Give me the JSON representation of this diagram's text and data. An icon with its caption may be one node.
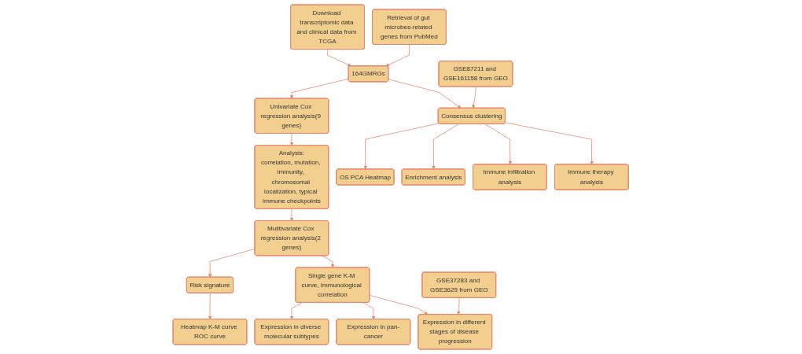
{
  "diagram": {
    "nodes": [
      {
        "text": [
          "Download transcriptomic data and clinical data from TCGA"
        ]
      },
      {
        "text": [
          "Retrieval of gut microbes-related genes from PubMed"
        ]
      },
      {
        "text": [
          "164GMRGs"
        ]
      },
      {
        "text": [
          "Consensus clustering"
        ]
      },
      {
        "text": [
          "GSE87211 and GSE161158 from GEO"
        ]
      },
      {
        "text": [
          "Univariate Cox regression analysis(9 genes)"
        ]
      },
      {
        "text": [
          "Analysis:",
          "correlation, mutation, immunity, chromosomal localization, typical immune checkpoints"
        ]
      },
      {
        "text": [
          "GSE37283 and GSE3629 from GEO"
        ]
      },
      {
        "text": [
          "Mulitivariate Cox regression analysis(2 genes)"
        ]
      },
      {
        "text": [
          "Risk signature"
        ]
      },
      {
        "text": [
          "Single gene K-M curve, Immunological correlation"
        ]
      },
      {
        "text": [
          "OS PCA Heatmap"
        ]
      },
      {
        "text": [
          "Enrichment analysis"
        ]
      },
      {
        "text": [
          "Immune infiltration analysis"
        ]
      },
      {
        "text": [
          "Immune therapy analysis"
        ]
      },
      {
        "text": [
          "Heatmap K-M curve ROC curve"
        ]
      },
      {
        "text": [
          "Expression in diverse molecular subtypes"
        ]
      },
      {
        "text": [
          "Expression in pan-cancer"
        ]
      },
      {
        "text": [
          "Expression in different stages of disease progression"
        ]
      }
    ],
    "edges": [
      {
        "from": 0,
        "to": 2,
        "arrow": "to"
      },
      {
        "from": 1,
        "to": 2,
        "arrow": "to"
      },
      {
        "from": 2,
        "to": 3,
        "arrow": "to"
      },
      {
        "from": 2,
        "to": 5,
        "arrow": "to"
      },
      {
        "from": 4,
        "to": 3,
        "arrow": "to"
      },
      {
        "from": 5,
        "to": 6,
        "arrow": "to"
      },
      {
        "from": 6,
        "to": 8,
        "arrow": "to"
      },
      {
        "from": 3,
        "to": 11,
        "arrow": "to"
      },
      {
        "from": 3,
        "to": 12,
        "arrow": "to"
      },
      {
        "from": 3,
        "to": 13,
        "arrow": "to"
      },
      {
        "from": 3,
        "to": 14,
        "arrow": "to"
      },
      {
        "from": 8,
        "to": 9,
        "arrow": "to"
      },
      {
        "from": 8,
        "to": 10,
        "arrow": "to"
      },
      {
        "from": 9,
        "to": 15,
        "arrow": "to"
      },
      {
        "from": 10,
        "to": 16,
        "arrow": "to"
      },
      {
        "from": 10,
        "to": 17,
        "arrow": "to"
      },
      {
        "from": 10,
        "to": 18,
        "arrow": "to"
      },
      {
        "from": 7,
        "to": 18,
        "arrow": "to"
      }
    ]
  }
}
